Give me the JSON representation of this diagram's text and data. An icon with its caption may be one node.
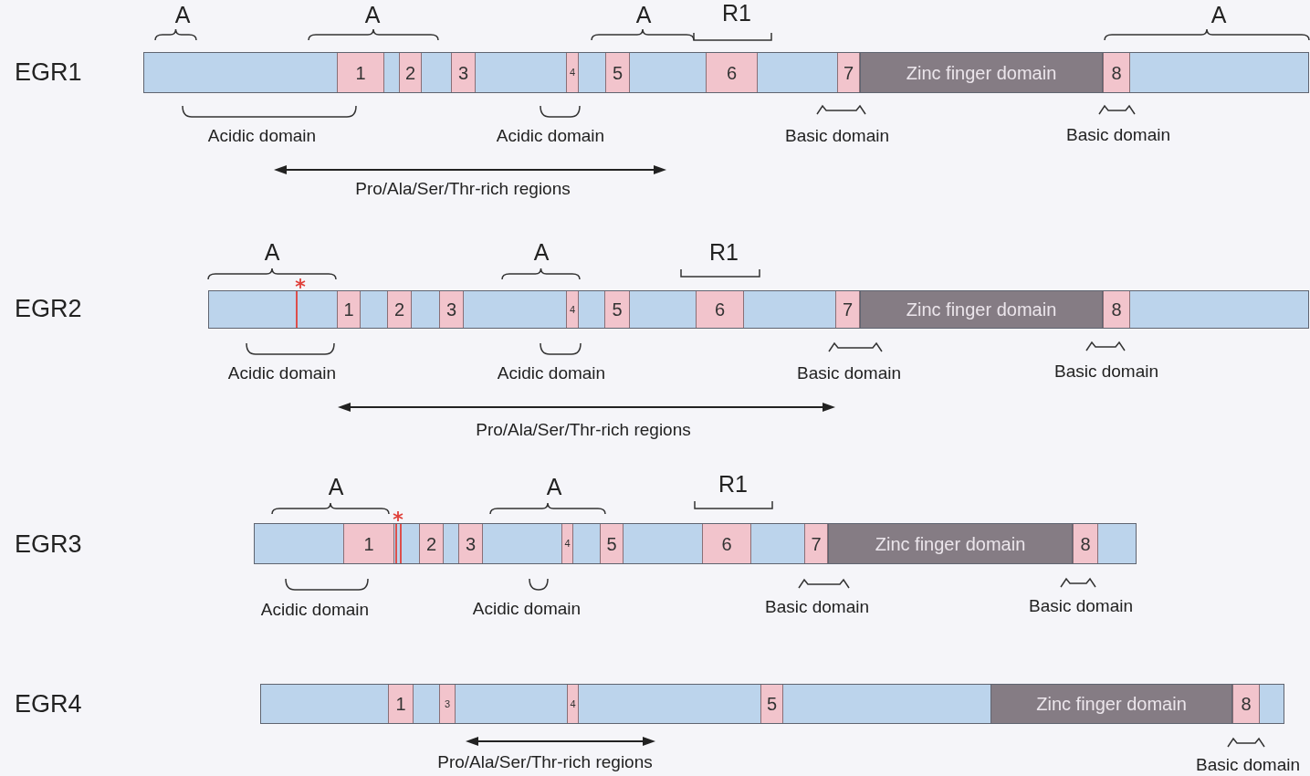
{
  "diagram": {
    "nodes": [
      {
        "text": [],
        "shape": "bar"
      },
      {
        "text": [
          "1"
        ],
        "in": 0
      },
      {
        "text": [
          "2"
        ],
        "in": 0
      },
      {
        "text": [
          "3"
        ],
        "in": 0
      },
      {
        "text": [
          "4"
        ],
        "in": 0
      },
      {
        "text": [
          "5"
        ],
        "in": 0
      },
      {
        "text": [
          "6"
        ],
        "in": 0
      },
      {
        "text": [
          "7"
        ],
        "in": 0
      },
      {
        "text": [
          "Zinc finger domain"
        ],
        "in": 0
      },
      {
        "text": [
          "8"
        ],
        "in": 0
      },
      {
        "text": [],
        "shape": "bar"
      },
      {
        "text": [
          "1"
        ],
        "in": 10
      },
      {
        "text": [
          "2"
        ],
        "in": 10
      },
      {
        "text": [
          "3"
        ],
        "in": 10
      },
      {
        "text": [
          "4"
        ],
        "in": 10
      },
      {
        "text": [
          "5"
        ],
        "in": 10
      },
      {
        "text": [
          "6"
        ],
        "in": 10
      },
      {
        "text": [
          "7"
        ],
        "in": 10
      },
      {
        "text": [
          "Zinc finger domain"
        ],
        "in": 10
      },
      {
        "text": [
          "8"
        ],
        "in": 10
      },
      {
        "text": [],
        "shape": "bar"
      },
      {
        "text": [
          "1"
        ],
        "in": 20
      },
      {
        "text": [
          "2"
        ],
        "in": 20
      },
      {
        "text": [
          "3"
        ],
        "in": 20
      },
      {
        "text": [
          "4"
        ],
        "in": 20
      },
      {
        "text": [
          "5"
        ],
        "in": 20
      },
      {
        "text": [
          "6"
        ],
        "in": 20
      },
      {
        "text": [
          "7"
        ],
        "in": 20
      },
      {
        "text": [
          "Zinc finger domain"
        ],
        "in": 20
      },
      {
        "text": [
          "8"
        ],
        "in": 20
      },
      {
        "text": [],
        "shape": "bar"
      },
      {
        "text": [
          "1"
        ],
        "in": 30
      },
      {
        "text": [
          "3"
        ],
        "in": 30
      },
      {
        "text": [
          "4"
        ],
        "in": 30
      },
      {
        "text": [
          "5"
        ],
        "in": 30
      },
      {
        "text": [
          "Zinc finger domain"
        ],
        "in": 30
      },
      {
        "text": [
          "8"
        ],
        "in": 30
      }
    ],
    "labels": [
      "A",
      "A",
      "A",
      "R1",
      "A",
      "EGR1",
      "Acidic domain",
      "Acidic domain",
      "Basic domain",
      "Basic domain",
      "Pro/Ala/Ser/Thr-rich regions",
      "A",
      "A",
      "R1",
      "EGR2",
      "Acidic domain",
      "Acidic domain",
      "Basic domain",
      "Basic domain",
      "Pro/Ala/Ser/Thr-rich regions",
      "A",
      "A",
      "R1",
      "EGR3",
      "Acidic domain",
      "Acidic domain",
      "Basic domain",
      "Basic domain",
      "EGR4",
      "Pro/Ala/Ser/Thr-rich regions",
      "Basic domain"
    ]
  }
}
